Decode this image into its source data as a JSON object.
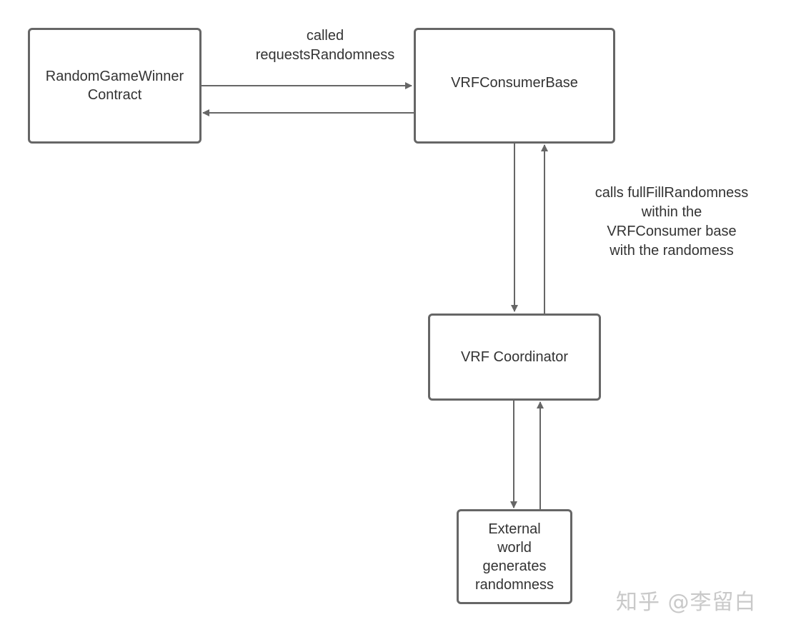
{
  "nodes": {
    "random_game_winner": {
      "lines": [
        "RandomGameWinner",
        "Contract"
      ]
    },
    "vrf_consumer_base": {
      "lines": [
        "VRFConsumerBase"
      ]
    },
    "vrf_coordinator": {
      "lines": [
        "VRF Coordinator"
      ]
    },
    "external_world": {
      "lines": [
        "External",
        "world",
        "generates",
        "randomness"
      ]
    }
  },
  "edge_labels": {
    "called": [
      "called",
      "requestsRandomness"
    ],
    "fulfill": [
      "calls fullFillRandomness",
      "within the",
      "VRFConsumer base",
      "with the randomess"
    ]
  },
  "watermark": "知乎 @李留白",
  "colors": {
    "stroke": "#666666",
    "text": "#333333",
    "watermark": "#c9c9c9"
  }
}
